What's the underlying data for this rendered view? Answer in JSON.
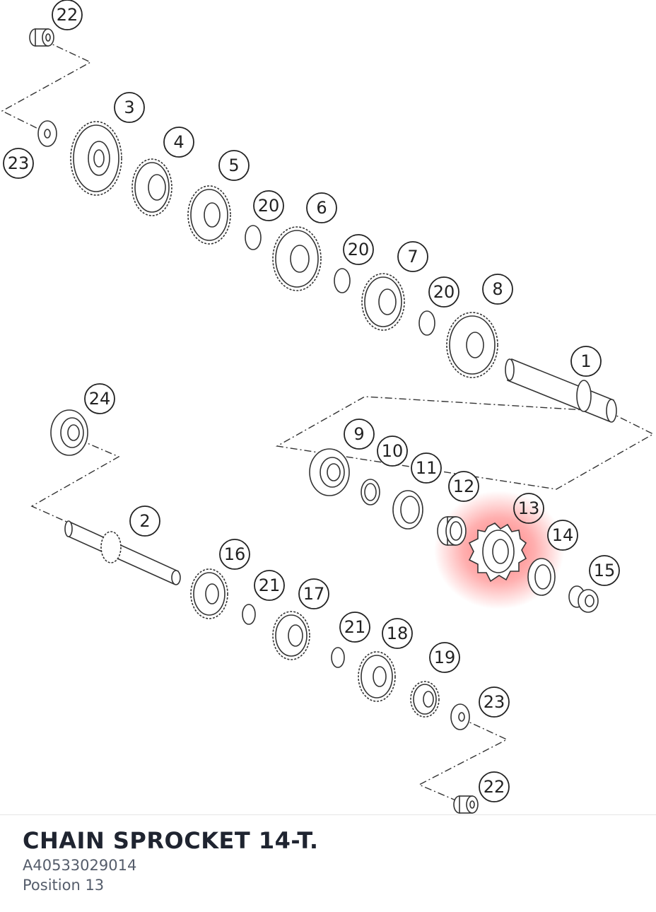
{
  "diagram": {
    "highlight_color": "#ff4d4d",
    "highlighted_callout": "13",
    "callouts": [
      "22",
      "3",
      "4",
      "23",
      "5",
      "20",
      "6",
      "20",
      "7",
      "20",
      "8",
      "1",
      "24",
      "9",
      "10",
      "11",
      "12",
      "13",
      "14",
      "2",
      "15",
      "16",
      "21",
      "17",
      "21",
      "18",
      "19",
      "23",
      "22"
    ]
  },
  "part": {
    "title": "CHAIN SPROCKET 14-T.",
    "number": "A40533029014",
    "position": "Position 13"
  }
}
